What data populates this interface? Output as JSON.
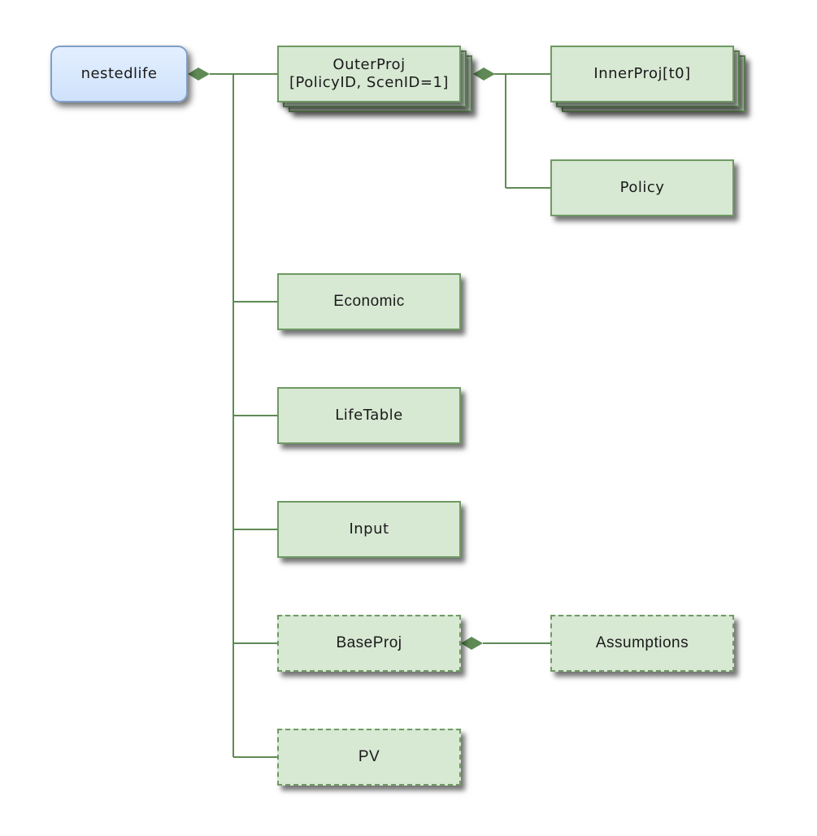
{
  "diagram": {
    "root": {
      "label": "nestedlife"
    },
    "nodes": {
      "outer_proj": {
        "line1": "OuterProj",
        "line2": "[PolicyID, ScenID=1]"
      },
      "inner_proj": {
        "label": "InnerProj[t0]"
      },
      "policy": {
        "label": "Policy"
      },
      "economic": {
        "label": "Economic"
      },
      "life_table": {
        "label": "LifeTable"
      },
      "input": {
        "label": "Input"
      },
      "base_proj": {
        "label": "BaseProj"
      },
      "assumptions": {
        "label": "Assumptions"
      },
      "pv": {
        "label": "PV"
      }
    },
    "colors": {
      "line": "#5f8a55",
      "box_fill": "#d7e8d3",
      "box_border": "#6f9a63",
      "root_fill": "#d6e6fc",
      "root_border": "#7f9fc6"
    }
  }
}
